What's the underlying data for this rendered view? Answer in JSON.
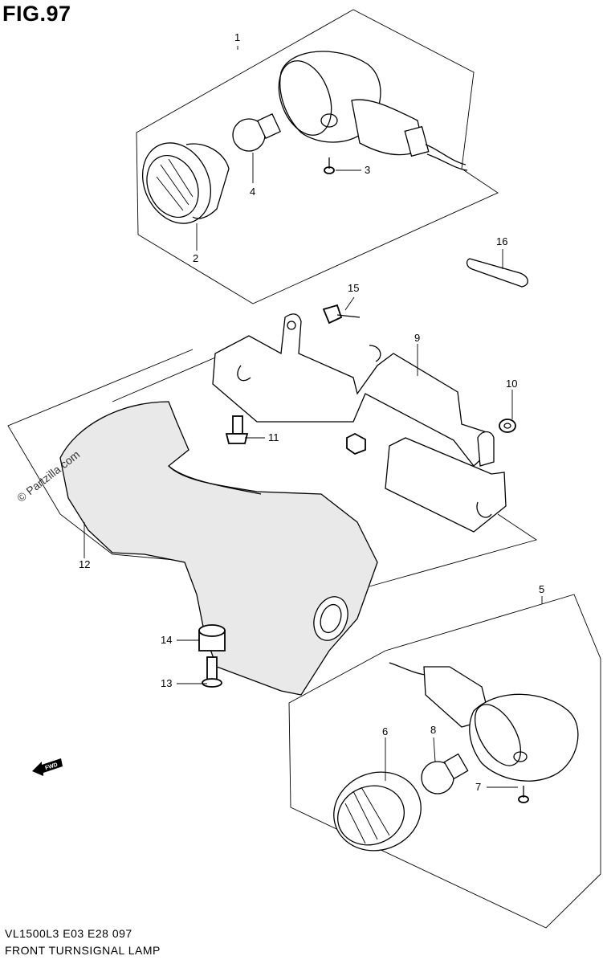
{
  "figure": {
    "title": "FIG.97",
    "code": "VL1500L3  E03  E28  097",
    "name": "FRONT TURNSIGNAL LAMP"
  },
  "watermark": "© Partzilla.com",
  "fwd_label": "FWD",
  "callouts": {
    "c1": "1",
    "c2": "2",
    "c3": "3",
    "c4": "4",
    "c5": "5",
    "c6": "6",
    "c7": "7",
    "c8": "8",
    "c9": "9",
    "c10": "10",
    "c11": "11",
    "c12": "12",
    "c13": "13",
    "c14": "14",
    "c15": "15",
    "c16": "16"
  }
}
